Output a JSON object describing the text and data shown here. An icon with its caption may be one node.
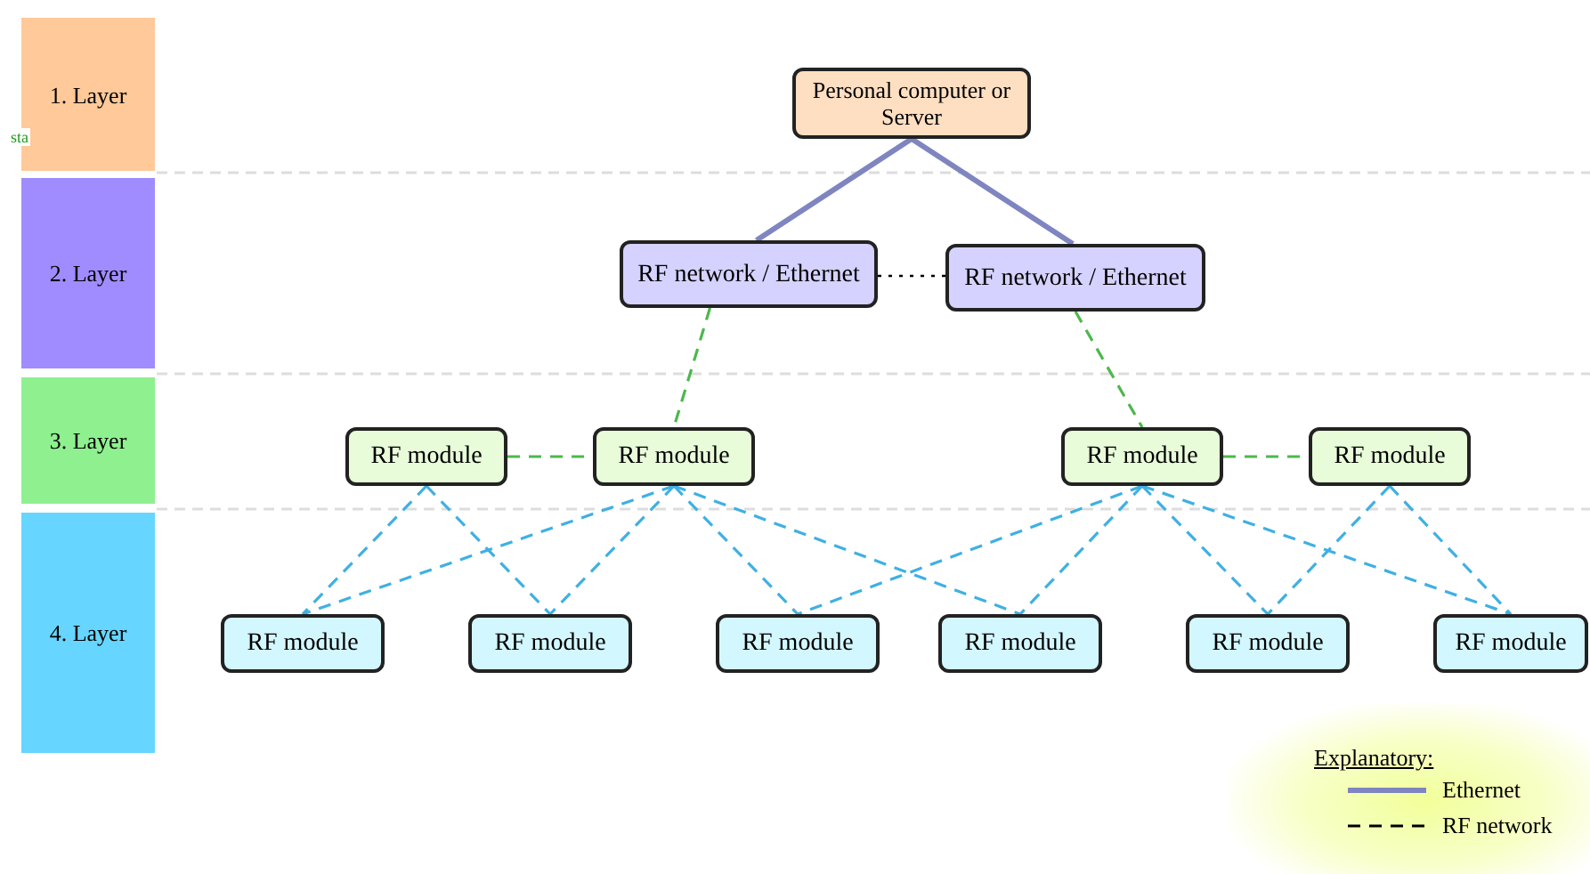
{
  "diagram": {
    "nodes": [
      {
        "text": [
          "1. Layer"
        ]
      },
      {
        "text": [
          "2. Layer"
        ]
      },
      {
        "text": [
          "3. Layer"
        ]
      },
      {
        "text": [
          "4. Layer"
        ]
      },
      {
        "text": [
          "Personal computer or Server"
        ]
      },
      {
        "text": [
          "RF network / Ethernet"
        ]
      },
      {
        "text": [
          "RF network / Ethernet"
        ]
      },
      {
        "text": [
          "RF module"
        ]
      },
      {
        "text": [
          "RF module"
        ]
      },
      {
        "text": [
          "RF module"
        ]
      },
      {
        "text": [
          "RF module"
        ]
      },
      {
        "text": [
          "RF module"
        ]
      },
      {
        "text": [
          "RF module"
        ]
      },
      {
        "text": [
          "RF module"
        ]
      },
      {
        "text": [
          "RF module"
        ]
      },
      {
        "text": [
          "RF module"
        ]
      },
      {
        "text": [
          "RF module"
        ]
      }
    ],
    "edges": [
      {
        "from": 4,
        "to": 5,
        "arrow": "none",
        "color": "#7f85c0"
      },
      {
        "from": 4,
        "to": 6,
        "arrow": "none",
        "color": "#7f85c0"
      },
      {
        "from": 5,
        "to": 6,
        "arrow": "none",
        "style": "dashed",
        "color": "#000000"
      },
      {
        "from": 5,
        "to": 8,
        "arrow": "none",
        "style": "dashed",
        "color": "#4cb84c"
      },
      {
        "from": 6,
        "to": 9,
        "arrow": "none",
        "style": "dashed",
        "color": "#4cb84c"
      },
      {
        "from": 7,
        "to": 8,
        "arrow": "none",
        "style": "dashed",
        "color": "#4cb84c"
      },
      {
        "from": 9,
        "to": 10,
        "arrow": "none",
        "style": "dashed",
        "color": "#4cb84c"
      },
      {
        "from": 7,
        "to": 11,
        "arrow": "none",
        "style": "dashed"
      },
      {
        "from": 7,
        "to": 12,
        "arrow": "none",
        "style": "dashed"
      },
      {
        "from": 8,
        "to": 11,
        "arrow": "none",
        "style": "dashed"
      },
      {
        "from": 8,
        "to": 12,
        "arrow": "none",
        "style": "dashed"
      },
      {
        "from": 8,
        "to": 13,
        "arrow": "none",
        "style": "dashed"
      },
      {
        "from": 8,
        "to": 14,
        "arrow": "none",
        "style": "dashed"
      },
      {
        "from": 9,
        "to": 13,
        "arrow": "none",
        "style": "dashed"
      },
      {
        "from": 9,
        "to": 14,
        "arrow": "none",
        "style": "dashed"
      },
      {
        "from": 9,
        "to": 15,
        "arrow": "none",
        "style": "dashed"
      },
      {
        "from": 9,
        "to": 16,
        "arrow": "none",
        "style": "dashed"
      },
      {
        "from": 10,
        "to": 15,
        "arrow": "none",
        "style": "dashed"
      },
      {
        "from": 10,
        "to": 16,
        "arrow": "none",
        "style": "dashed"
      }
    ],
    "labels": [
      "sta",
      "Explanatory:"
    ],
    "legend": [
      {
        "text": "Ethernet"
      },
      {
        "text": "RF network"
      }
    ]
  }
}
